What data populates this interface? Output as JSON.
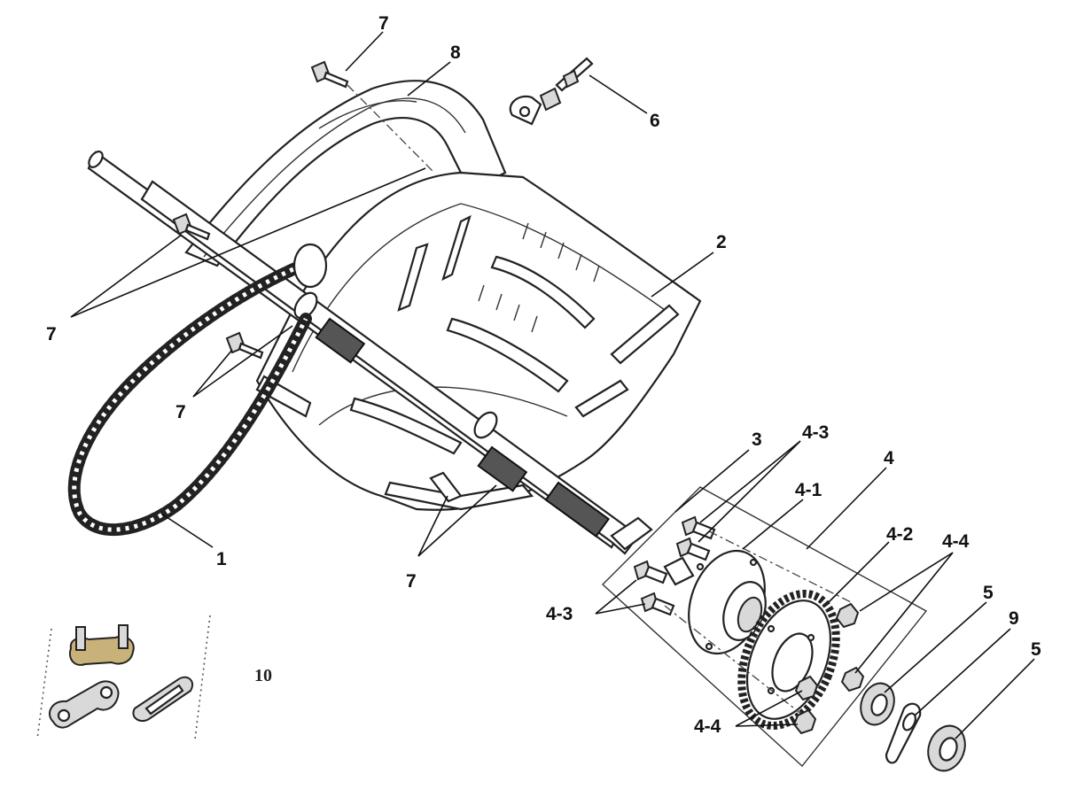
{
  "labels": {
    "l7_top": "7",
    "l8": "8",
    "l6": "6",
    "l2": "2",
    "l7_left": "7",
    "l7_mid": "7",
    "l1": "1",
    "l7_bottom": "7",
    "l3": "3",
    "l4_3_top": "4-3",
    "l4": "4",
    "l4_1": "4-1",
    "l4_2": "4-2",
    "l4_4_right": "4-4",
    "l4_3_left": "4-3",
    "l5_a": "5",
    "l9": "9",
    "l5_b": "5",
    "l4_4_bottom": "4-4",
    "l10": "10"
  },
  "colors": {
    "line": "#222222",
    "background": "#ffffff",
    "master_link": "#c9b27a"
  }
}
